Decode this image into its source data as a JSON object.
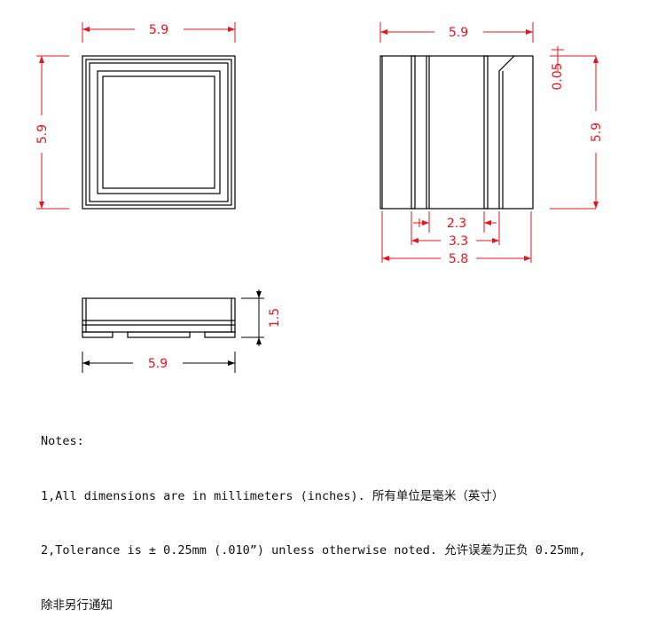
{
  "dimensions": {
    "top_view_width": "5.9",
    "top_view_height": "5.9",
    "side_view_width": "5.9",
    "side_view_height": "5.9",
    "side_view_offset": "0.05",
    "inner_span_1": "2.3",
    "inner_span_2": "3.3",
    "bottom_span": "5.8",
    "front_view_height": "1.5",
    "front_view_width": "5.9"
  },
  "notes": {
    "heading": "Notes:",
    "line1": "1,All dimensions are in millimeters (inches). 所有单位是毫米（英寸）",
    "line2": "2,Tolerance is ± 0.25mm (.010”) unless otherwise noted. 允许误差为正负 0.25mm,",
    "line3": "除非另行通知"
  },
  "colors": {
    "dimension": "#e8131b",
    "outline": "#000000"
  }
}
